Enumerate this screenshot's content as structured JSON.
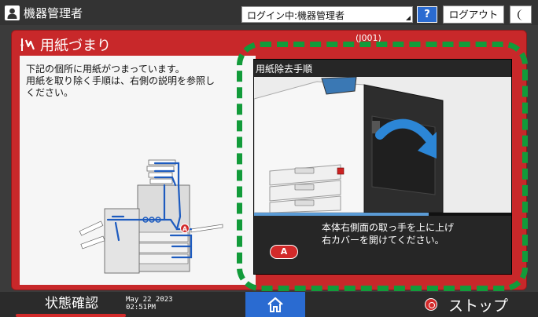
{
  "topbar": {
    "user_name": "機器管理者",
    "login_status": "ログイン中:機器管理者",
    "help_label": "?",
    "logout_label": "ログアウト"
  },
  "dialog": {
    "title": "用紙づまり",
    "error_code": "(J001)",
    "description": "下記の個所に用紙がつまっています。\n用紙を取り除く手順は、右側の説明を参照し\nください。"
  },
  "procedure": {
    "title": "用紙除去手順",
    "marker": "A",
    "instruction_line1": "本体右側面の取っ手を上に上げ",
    "instruction_line2": "右カバーを開けてください。",
    "progress_fraction": 0.68
  },
  "diagram": {
    "marker": "A"
  },
  "bottombar": {
    "status_label": "状態確認",
    "date": "May 22 2023",
    "time": "02:51PM",
    "stop_label": "ストップ"
  },
  "colors": {
    "alert_red": "#c8282a",
    "highlight_green": "#129b3a",
    "accent_blue": "#2a6bd1",
    "progress_blue": "#5b9bd5"
  },
  "icons": {
    "user": "user-icon",
    "night": "moon-icon",
    "jam": "paper-jam-icon",
    "home": "home-icon",
    "stop": "stop-icon"
  }
}
